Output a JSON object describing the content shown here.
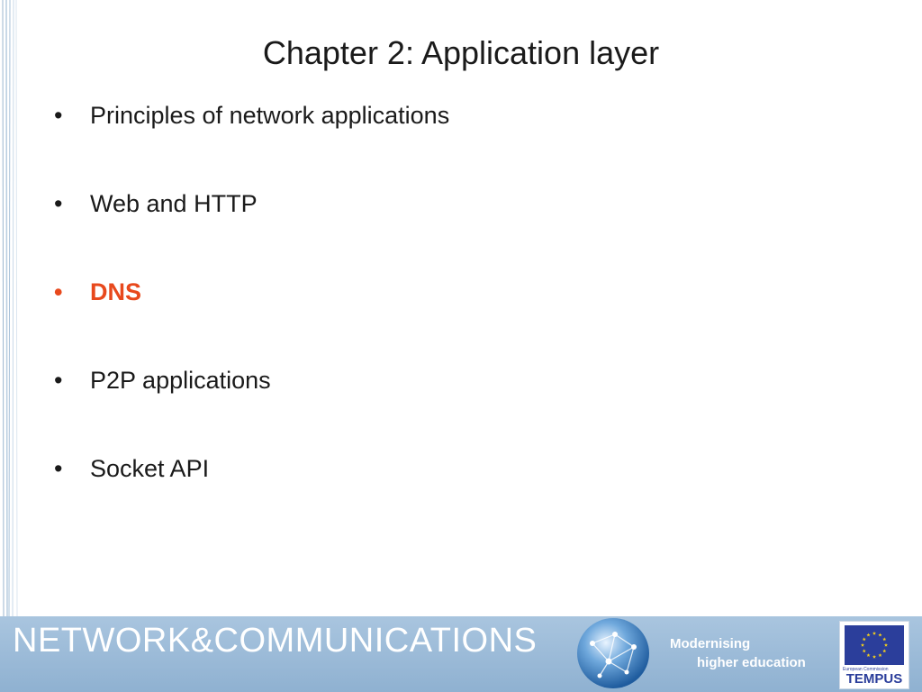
{
  "slide": {
    "title": "Chapter 2: Application layer",
    "bullets": [
      {
        "label": "Principles of network applications",
        "active": false
      },
      {
        "label": "Web and HTTP",
        "active": false
      },
      {
        "label": "DNS",
        "active": true
      },
      {
        "label": "P2P applications",
        "active": false
      },
      {
        "label": "Socket API",
        "active": false
      }
    ],
    "bullet_symbol": "•",
    "accent_color": "#e8491d"
  },
  "footer": {
    "title": "NETWORK&COMMUNICATIONS",
    "tagline_line1": "Modernising",
    "tagline_line2": "higher education",
    "tempus_caption": "European Commission",
    "tempus_word": "TEMPUS",
    "background_color": "#9cbbd8"
  }
}
